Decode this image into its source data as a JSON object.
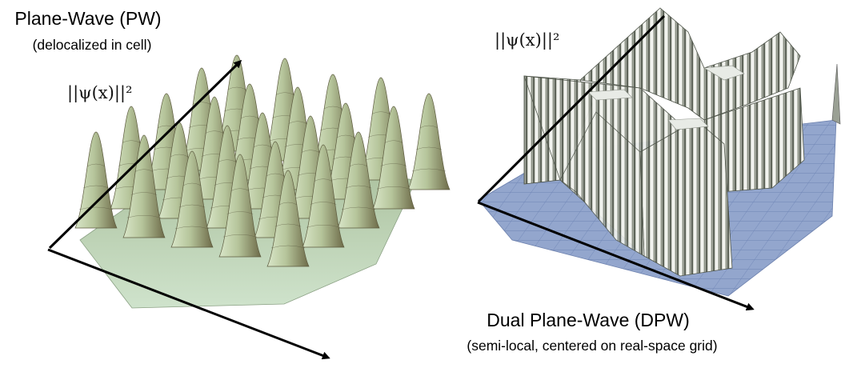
{
  "left_panel": {
    "title": "Plane-Wave (PW)",
    "subtitle": "(delocalized in cell)",
    "label": "||ψ(x)||²"
  },
  "right_panel": {
    "title": "Dual Plane-Wave (DPW)",
    "subtitle": "(semi-local, centered on real-space grid)",
    "label": "||ψ(x)||²"
  },
  "colors": {
    "pw_surface_light": "#cfe2c3",
    "pw_surface_dark": "#6f6a4a",
    "dpw_floor": "#8ea0c8",
    "dpw_wall_light": "#e9ece8",
    "dpw_wall_dark": "#555c50",
    "axis": "#000000"
  }
}
